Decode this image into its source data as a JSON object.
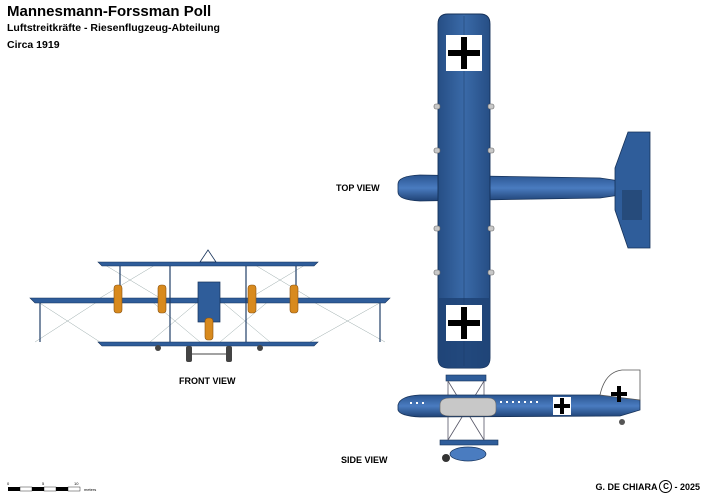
{
  "header": {
    "title": "Mannesmann-Forssman Poll",
    "subtitle": "Luftstreitkräfte - Riesenflugzeug-Abteilung",
    "date": "Circa 1919"
  },
  "views": {
    "top": "TOP VIEW",
    "front": "FRONT VIEW",
    "side": "SIDE VIEW"
  },
  "credit": {
    "author": "G. DE CHIARA",
    "symbol": "C",
    "year": "- 2025"
  },
  "scale": {
    "ticks": [
      "0",
      "5",
      "10"
    ],
    "unit": "meters"
  },
  "colors": {
    "aircraft_blue": "#2f5d9a",
    "dark_blue": "#1e3f6e",
    "propeller": "#d88a1e"
  }
}
